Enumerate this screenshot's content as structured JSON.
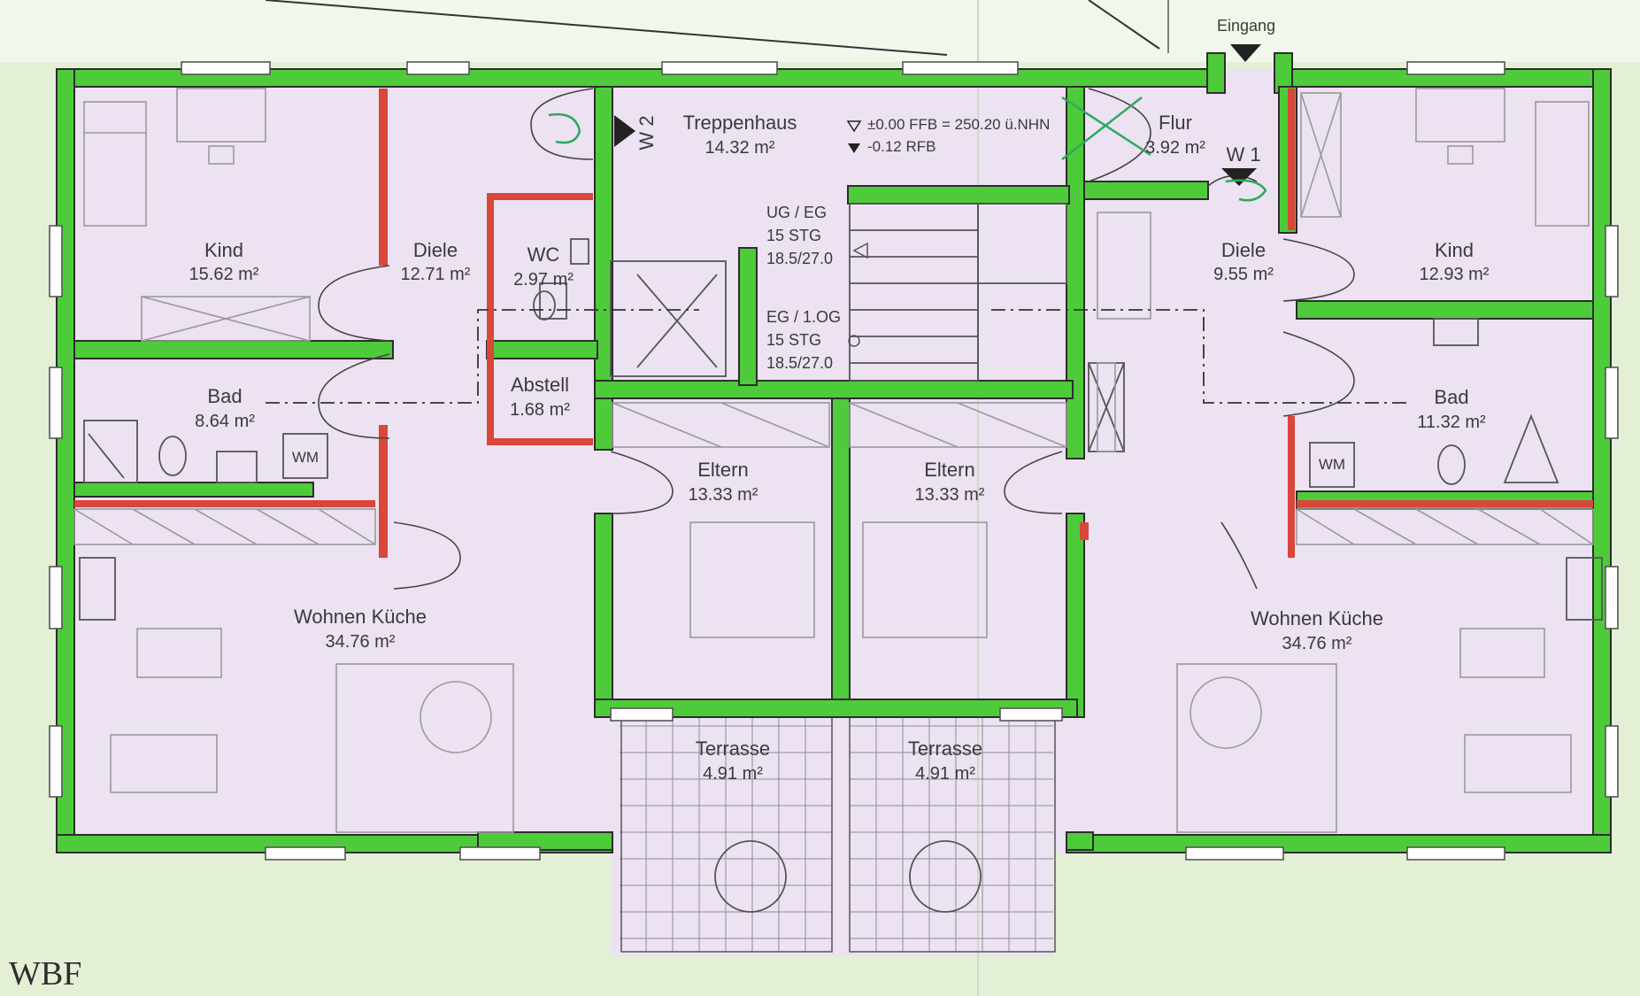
{
  "colors": {
    "wall": "#4ecb3a",
    "interior": "#ece2f2",
    "lawn": "#e3f0d6",
    "red_wall": "#d9463a"
  },
  "rooms": [
    {
      "id": "kind-left",
      "name": "Kind",
      "area": "15.62 m²"
    },
    {
      "id": "diele-left",
      "name": "Diele",
      "area": "12.71 m²"
    },
    {
      "id": "wc",
      "name": "WC",
      "area": "2.97 m²"
    },
    {
      "id": "treppenhaus",
      "name": "Treppenhaus",
      "area": "14.32 m²"
    },
    {
      "id": "flur",
      "name": "Flur",
      "area": "3.92 m²"
    },
    {
      "id": "diele-right",
      "name": "Diele",
      "area": "9.55 m²"
    },
    {
      "id": "kind-right",
      "name": "Kind",
      "area": "12.93 m²"
    },
    {
      "id": "bad-left",
      "name": "Bad",
      "area": "8.64 m²"
    },
    {
      "id": "abstell",
      "name": "Abstell",
      "area": "1.68 m²"
    },
    {
      "id": "bad-right",
      "name": "Bad",
      "area": "11.32 m²"
    },
    {
      "id": "eltern-left",
      "name": "Eltern",
      "area": "13.33 m²"
    },
    {
      "id": "eltern-right",
      "name": "Eltern",
      "area": "13.33 m²"
    },
    {
      "id": "wohnen-left",
      "name": "Wohnen Küche",
      "area": "34.76 m²"
    },
    {
      "id": "wohnen-right",
      "name": "Wohnen Küche",
      "area": "34.76 m²"
    },
    {
      "id": "terrasse-left",
      "name": "Terrasse",
      "area": "4.91 m²"
    },
    {
      "id": "terrasse-right",
      "name": "Terrasse",
      "area": "4.91 m²"
    }
  ],
  "labels": {
    "eingang": "Eingang",
    "w1": "W 1",
    "w2": "W 2",
    "ffb": "±0.00 FFB = 250.20 ü.NHN",
    "rfb": "-0.12 RFB",
    "stair1": [
      "UG / EG",
      "15 STG",
      "18.5/27.0"
    ],
    "stair2": [
      "EG / 1.OG",
      "15 STG",
      "18.5/27.0"
    ],
    "wm": "WM",
    "corner": "WBF"
  }
}
